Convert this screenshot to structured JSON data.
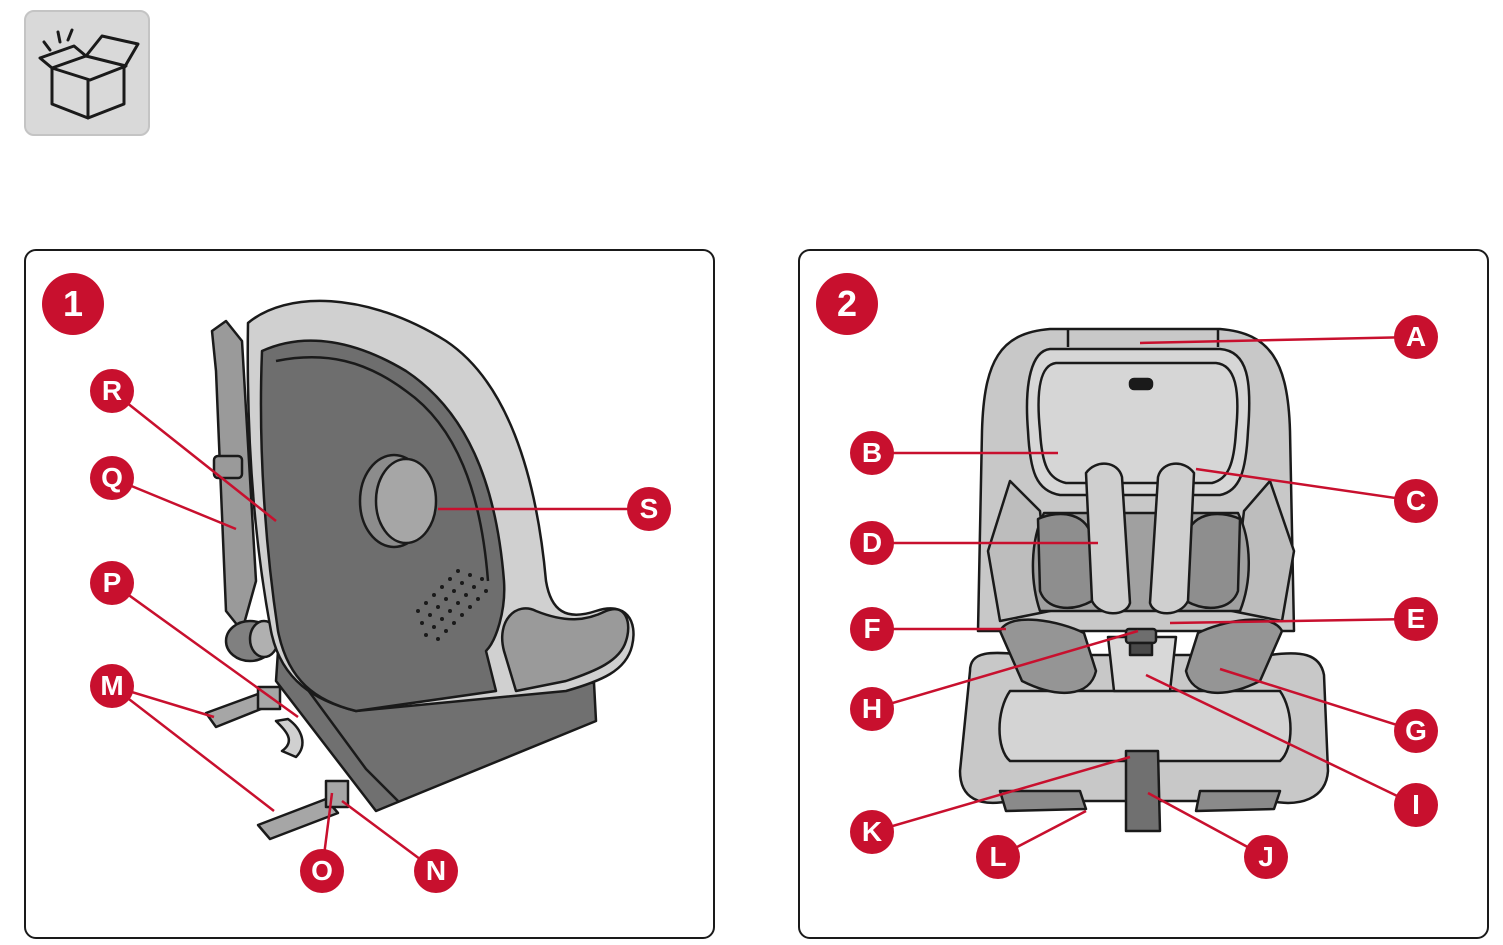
{
  "header_icon": {
    "icon": "open-box-icon"
  },
  "figures": [
    {
      "number": "1",
      "callouts": [
        {
          "id": "R",
          "label": "R"
        },
        {
          "id": "Q",
          "label": "Q"
        },
        {
          "id": "P",
          "label": "P"
        },
        {
          "id": "M",
          "label": "M"
        },
        {
          "id": "O",
          "label": "O"
        },
        {
          "id": "N",
          "label": "N"
        },
        {
          "id": "S",
          "label": "S"
        }
      ]
    },
    {
      "number": "2",
      "callouts": [
        {
          "id": "A",
          "label": "A"
        },
        {
          "id": "B",
          "label": "B"
        },
        {
          "id": "C",
          "label": "C"
        },
        {
          "id": "D",
          "label": "D"
        },
        {
          "id": "E",
          "label": "E"
        },
        {
          "id": "F",
          "label": "F"
        },
        {
          "id": "G",
          "label": "G"
        },
        {
          "id": "H",
          "label": "H"
        },
        {
          "id": "I",
          "label": "I"
        },
        {
          "id": "J",
          "label": "J"
        },
        {
          "id": "K",
          "label": "K"
        },
        {
          "id": "L",
          "label": "L"
        }
      ]
    }
  ],
  "colors": {
    "accent": "#c8102e",
    "seat_dark": "#6e6e6e",
    "seat_mid": "#a6a6a6",
    "seat_light": "#d0d0d0",
    "line": "#1a1a1a"
  }
}
